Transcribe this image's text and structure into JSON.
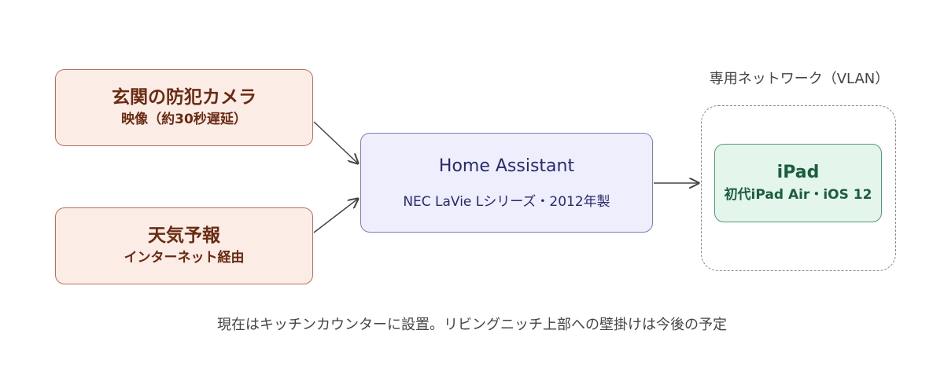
{
  "camera": {
    "title": "玄関の防犯カメラ",
    "subtitle": "映像（約30秒遅延）"
  },
  "weather": {
    "title": "天気予報",
    "subtitle": "インターネット経由"
  },
  "home_assistant": {
    "title": "Home Assistant",
    "subtitle": "NEC LaVie Lシリーズ・2012年製"
  },
  "vlan": {
    "label": "専用ネットワーク（VLAN）"
  },
  "ipad": {
    "title": "iPad",
    "subtitle": "初代iPad Air・iOS 12"
  },
  "caption": "現在はキッチンカウンターに設置。リビングニッチ上部への壁掛けは今後の予定",
  "colors": {
    "source_fill": "#fbede6",
    "source_stroke": "#b5735a",
    "hub_fill": "#eeeefd",
    "hub_stroke": "#7c7cc0",
    "device_fill": "#e4f5ec",
    "device_stroke": "#4f9b77",
    "arrow": "#444444"
  }
}
